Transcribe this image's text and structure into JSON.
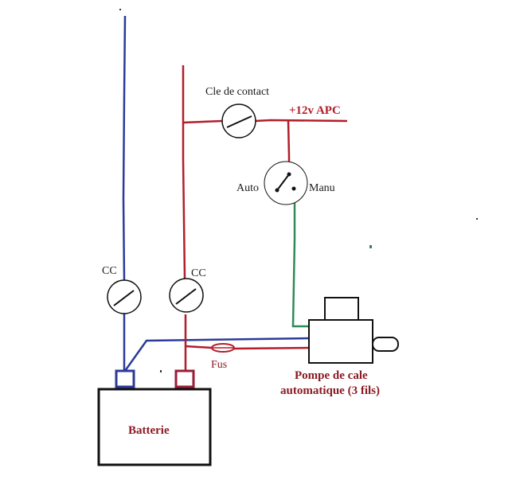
{
  "labels": {
    "ignition_key": "Cle de contact",
    "supply": "+12v  APC",
    "switch_auto": "Auto",
    "switch_manual": "Manu",
    "breaker_left": "CC",
    "breaker_right": "CC",
    "fuse": "Fus",
    "pump_line1": "Pompe de cale",
    "pump_line2": "automatique  (3 fils)",
    "battery": "Batterie"
  },
  "colors": {
    "negative_wire": "#2b3a9a",
    "positive_wire": "#b21e2a",
    "switched_wire": "#2e8b57",
    "outline": "#111111"
  }
}
